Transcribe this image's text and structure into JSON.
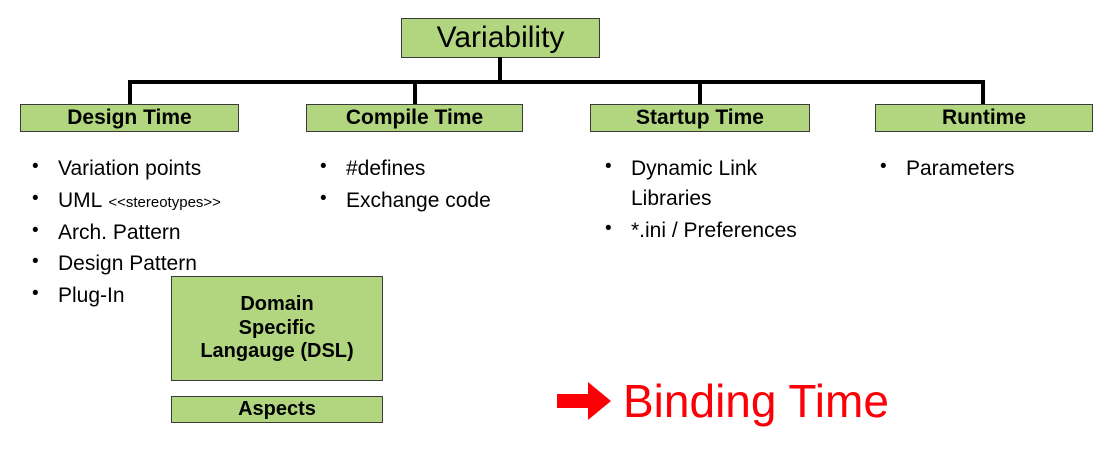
{
  "diagram": {
    "root": {
      "label": "Variability"
    },
    "phases": [
      {
        "label": "Design Time",
        "items": [
          {
            "text": "Variation points"
          },
          {
            "text": "UML",
            "meta": "<<stereotypes>>"
          },
          {
            "text": "Arch. Pattern"
          },
          {
            "text": "Design Pattern"
          },
          {
            "text": "Plug-In"
          }
        ]
      },
      {
        "label": "Compile Time",
        "items": [
          {
            "text": "#defines"
          },
          {
            "text": "Exchange code"
          }
        ]
      },
      {
        "label": "Startup Time",
        "items": [
          {
            "text": "Dynamic Link Libraries"
          },
          {
            "text": "*.ini / Preferences"
          }
        ]
      },
      {
        "label": "Runtime",
        "items": [
          {
            "text": "Parameters"
          }
        ]
      }
    ],
    "extra_boxes": [
      {
        "label": "Domain Specific Langauge (DSL)",
        "line1": "Domain",
        "line2": "Specific",
        "line3": "Langauge (DSL)"
      },
      {
        "label": "Aspects"
      }
    ],
    "callout": {
      "arrow_icon": "right-arrow-icon",
      "label": "Binding Time"
    },
    "bullet_glyph": "•",
    "colors": {
      "box_fill": "#b2d67f",
      "box_border": "#3a3a3a",
      "connector": "#000000",
      "callout_red": "#fb0007",
      "text": "#000000",
      "background": "#ffffff"
    }
  }
}
